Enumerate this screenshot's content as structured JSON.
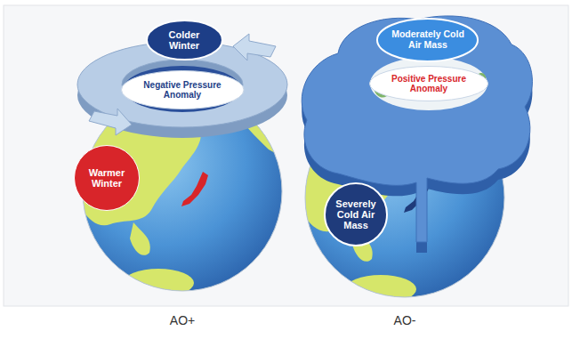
{
  "diagram": {
    "nodes": [
      {
        "text": [
          "Colder Winter"
        ]
      },
      {
        "text": [
          "Negative Pressure Anomaly"
        ]
      },
      {
        "text": [
          "Warmer Winter"
        ]
      },
      {
        "text": [
          "Moderately Cold Air Mass"
        ]
      },
      {
        "text": [
          "Positive Pressure Anomaly"
        ]
      },
      {
        "text": [
          "Severely Cold Air Mass"
        ]
      }
    ],
    "labels": [
      "AO+",
      "AO-"
    ]
  }
}
